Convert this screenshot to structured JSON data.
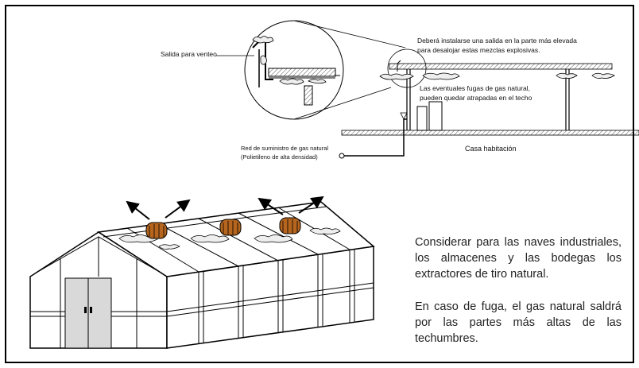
{
  "labels": {
    "salida_venteo": "Salida para venteo",
    "debera_line1": "Deberá instalarse una salida en la parte más elevada",
    "debera_line2": "para desalojar estas mezclas explosivas.",
    "fugas_line1": "Las eventuales fugas de gas natural,",
    "fugas_line2": "pueden quedar atrapadas en el techo",
    "red_line1": "Red de suministro de gas natural",
    "red_line2": "(Polietileno de alta densidad)",
    "casa": "Casa habitación"
  },
  "text_blocks": {
    "considerar": "Considerar para las naves industriales, los almacenes y las bodegas los extractores de tiro natural.",
    "fuga": "En caso de fuga, el gas natural saldrá por las partes más altas de las techumbres."
  },
  "colors": {
    "line": "#000000",
    "door_fill": "#d9d9d9",
    "extractor_fill": "#b5651d",
    "hatch": "#555555"
  },
  "icons": [
    "arrow-icon",
    "extractor-icon",
    "gas-cloud-icon"
  ]
}
